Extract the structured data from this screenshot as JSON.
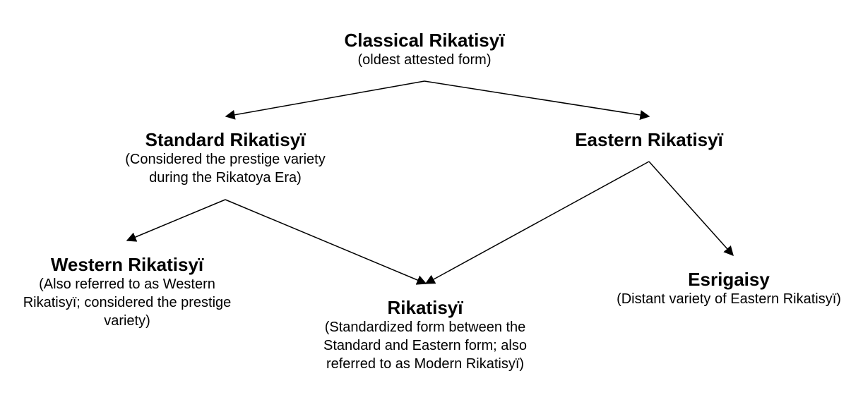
{
  "diagram": {
    "nodes": [
      {
        "id": "classical",
        "title": "Classical Rikatisyï",
        "subtitle": "(oldest attested form)"
      },
      {
        "id": "standard",
        "title": "Standard Rikatisyï",
        "subtitle": "(Considered the prestige variety\nduring the Rikatoya Era)"
      },
      {
        "id": "eastern",
        "title": "Eastern Rikatisyï",
        "subtitle": ""
      },
      {
        "id": "western",
        "title": "Western Rikatisyï",
        "subtitle": "(Also referred to as Western\nRikatisyï; considered the prestige\nvariety)"
      },
      {
        "id": "rikatisyi",
        "title": "Rikatisyï",
        "subtitle": "(Standardized form between the\nStandard and Eastern form; also\nreferred to as Modern Rikatisyï)"
      },
      {
        "id": "esrigaisy",
        "title": "Esrigaisy",
        "subtitle": "(Distant variety of Eastern Rikatisyï)"
      }
    ],
    "edges": [
      {
        "from": "classical",
        "to": "standard"
      },
      {
        "from": "classical",
        "to": "eastern"
      },
      {
        "from": "standard",
        "to": "western"
      },
      {
        "from": "standard",
        "to": "rikatisyi"
      },
      {
        "from": "eastern",
        "to": "rikatisyi"
      },
      {
        "from": "eastern",
        "to": "esrigaisy"
      }
    ]
  }
}
